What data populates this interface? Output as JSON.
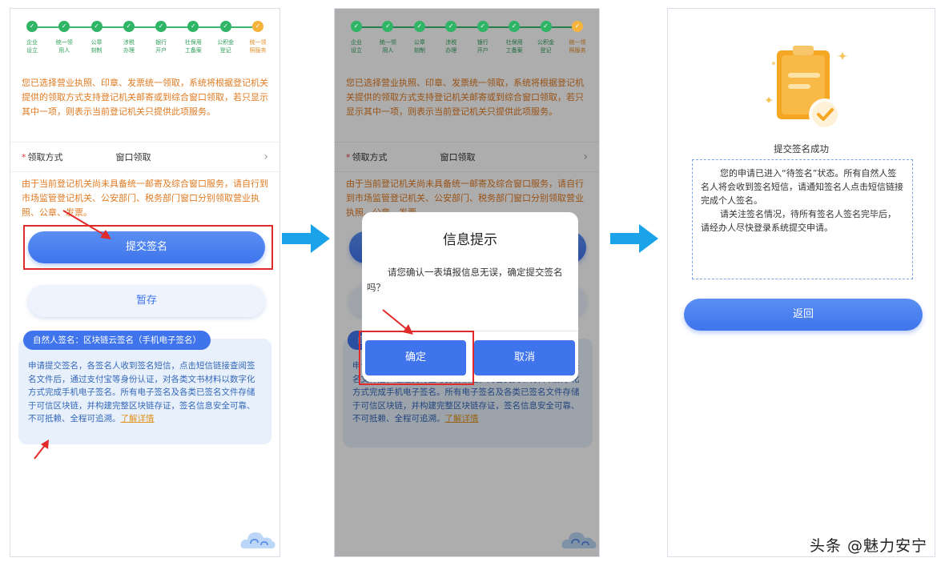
{
  "steps": [
    {
      "label": "企业\n设立",
      "state": "done"
    },
    {
      "label": "统一领\n用人",
      "state": "done"
    },
    {
      "label": "公章\n刻制",
      "state": "done"
    },
    {
      "label": "涉税\n办理",
      "state": "done"
    },
    {
      "label": "银行\n开户",
      "state": "done"
    },
    {
      "label": "社保用\n工备案",
      "state": "done"
    },
    {
      "label": "公积金\n登记",
      "state": "done"
    },
    {
      "label": "统一领\n照服务",
      "state": "current"
    }
  ],
  "screen1": {
    "notice": "您已选择营业执照、印章、发票统一领取，系统将根据登记机关提供的领取方式支持登记机关邮寄或到综合窗口领取，若只显示其中一项，则表示当前登记机关只提供此项服务。",
    "pickup_label": "领取方式",
    "pickup_value": "窗口领取",
    "pickup_note": "由于当前登记机关尚未具备统一邮寄及综合窗口服务，请自行到市场监管登记机关、公安部门、税务部门窗口分别领取营业执照、公章、发票。",
    "submit_button": "提交签名",
    "save_button": "暂存",
    "info_badge": "自然人签名：区块链云签名（手机电子签名）",
    "info_text": "申请提交签名，各签名人收到签名短信，点击短信链接查阅签名文件后，通过支付宝等身份认证，对各类文书材料以数字化方式完成手机电子签名。所有电子签名及各类已签名文件存储于可信区块链，并构建完整区块链存证，签名信息安全可靠、不可抵赖、全程可追溯。",
    "learn_more": "了解详情"
  },
  "screen2": {
    "dialog_title": "信息提示",
    "dialog_message": "请您确认一表填报信息无误，确定提交签名吗？",
    "confirm_button": "确定",
    "cancel_button": "取消"
  },
  "screen3": {
    "success_title": "提交签名成功",
    "paragraph1": "您的申请已进入“待签名”状态。所有自然人签名人将会收到签名短信，请通知签名人点击短信链接完成个人签名。",
    "paragraph2": "请关注签名情况，待所有签名人签名完毕后，请经办人尽快登录系统提交申请。",
    "back_button": "返回"
  },
  "watermark": "头条 @魅力安宁",
  "colors": {
    "primary": "#3f74ec",
    "step_done": "#2fb565",
    "step_current": "#f4b43c",
    "notice_orange": "#e07a22",
    "annotation_red": "#e12b2b",
    "flow_arrow": "#1aa3e8"
  },
  "icons": [
    "check-icon",
    "chevron-right-icon",
    "cloud-icon",
    "clipboard-success-icon",
    "flow-arrow-icon",
    "annotation-arrow-icon"
  ]
}
